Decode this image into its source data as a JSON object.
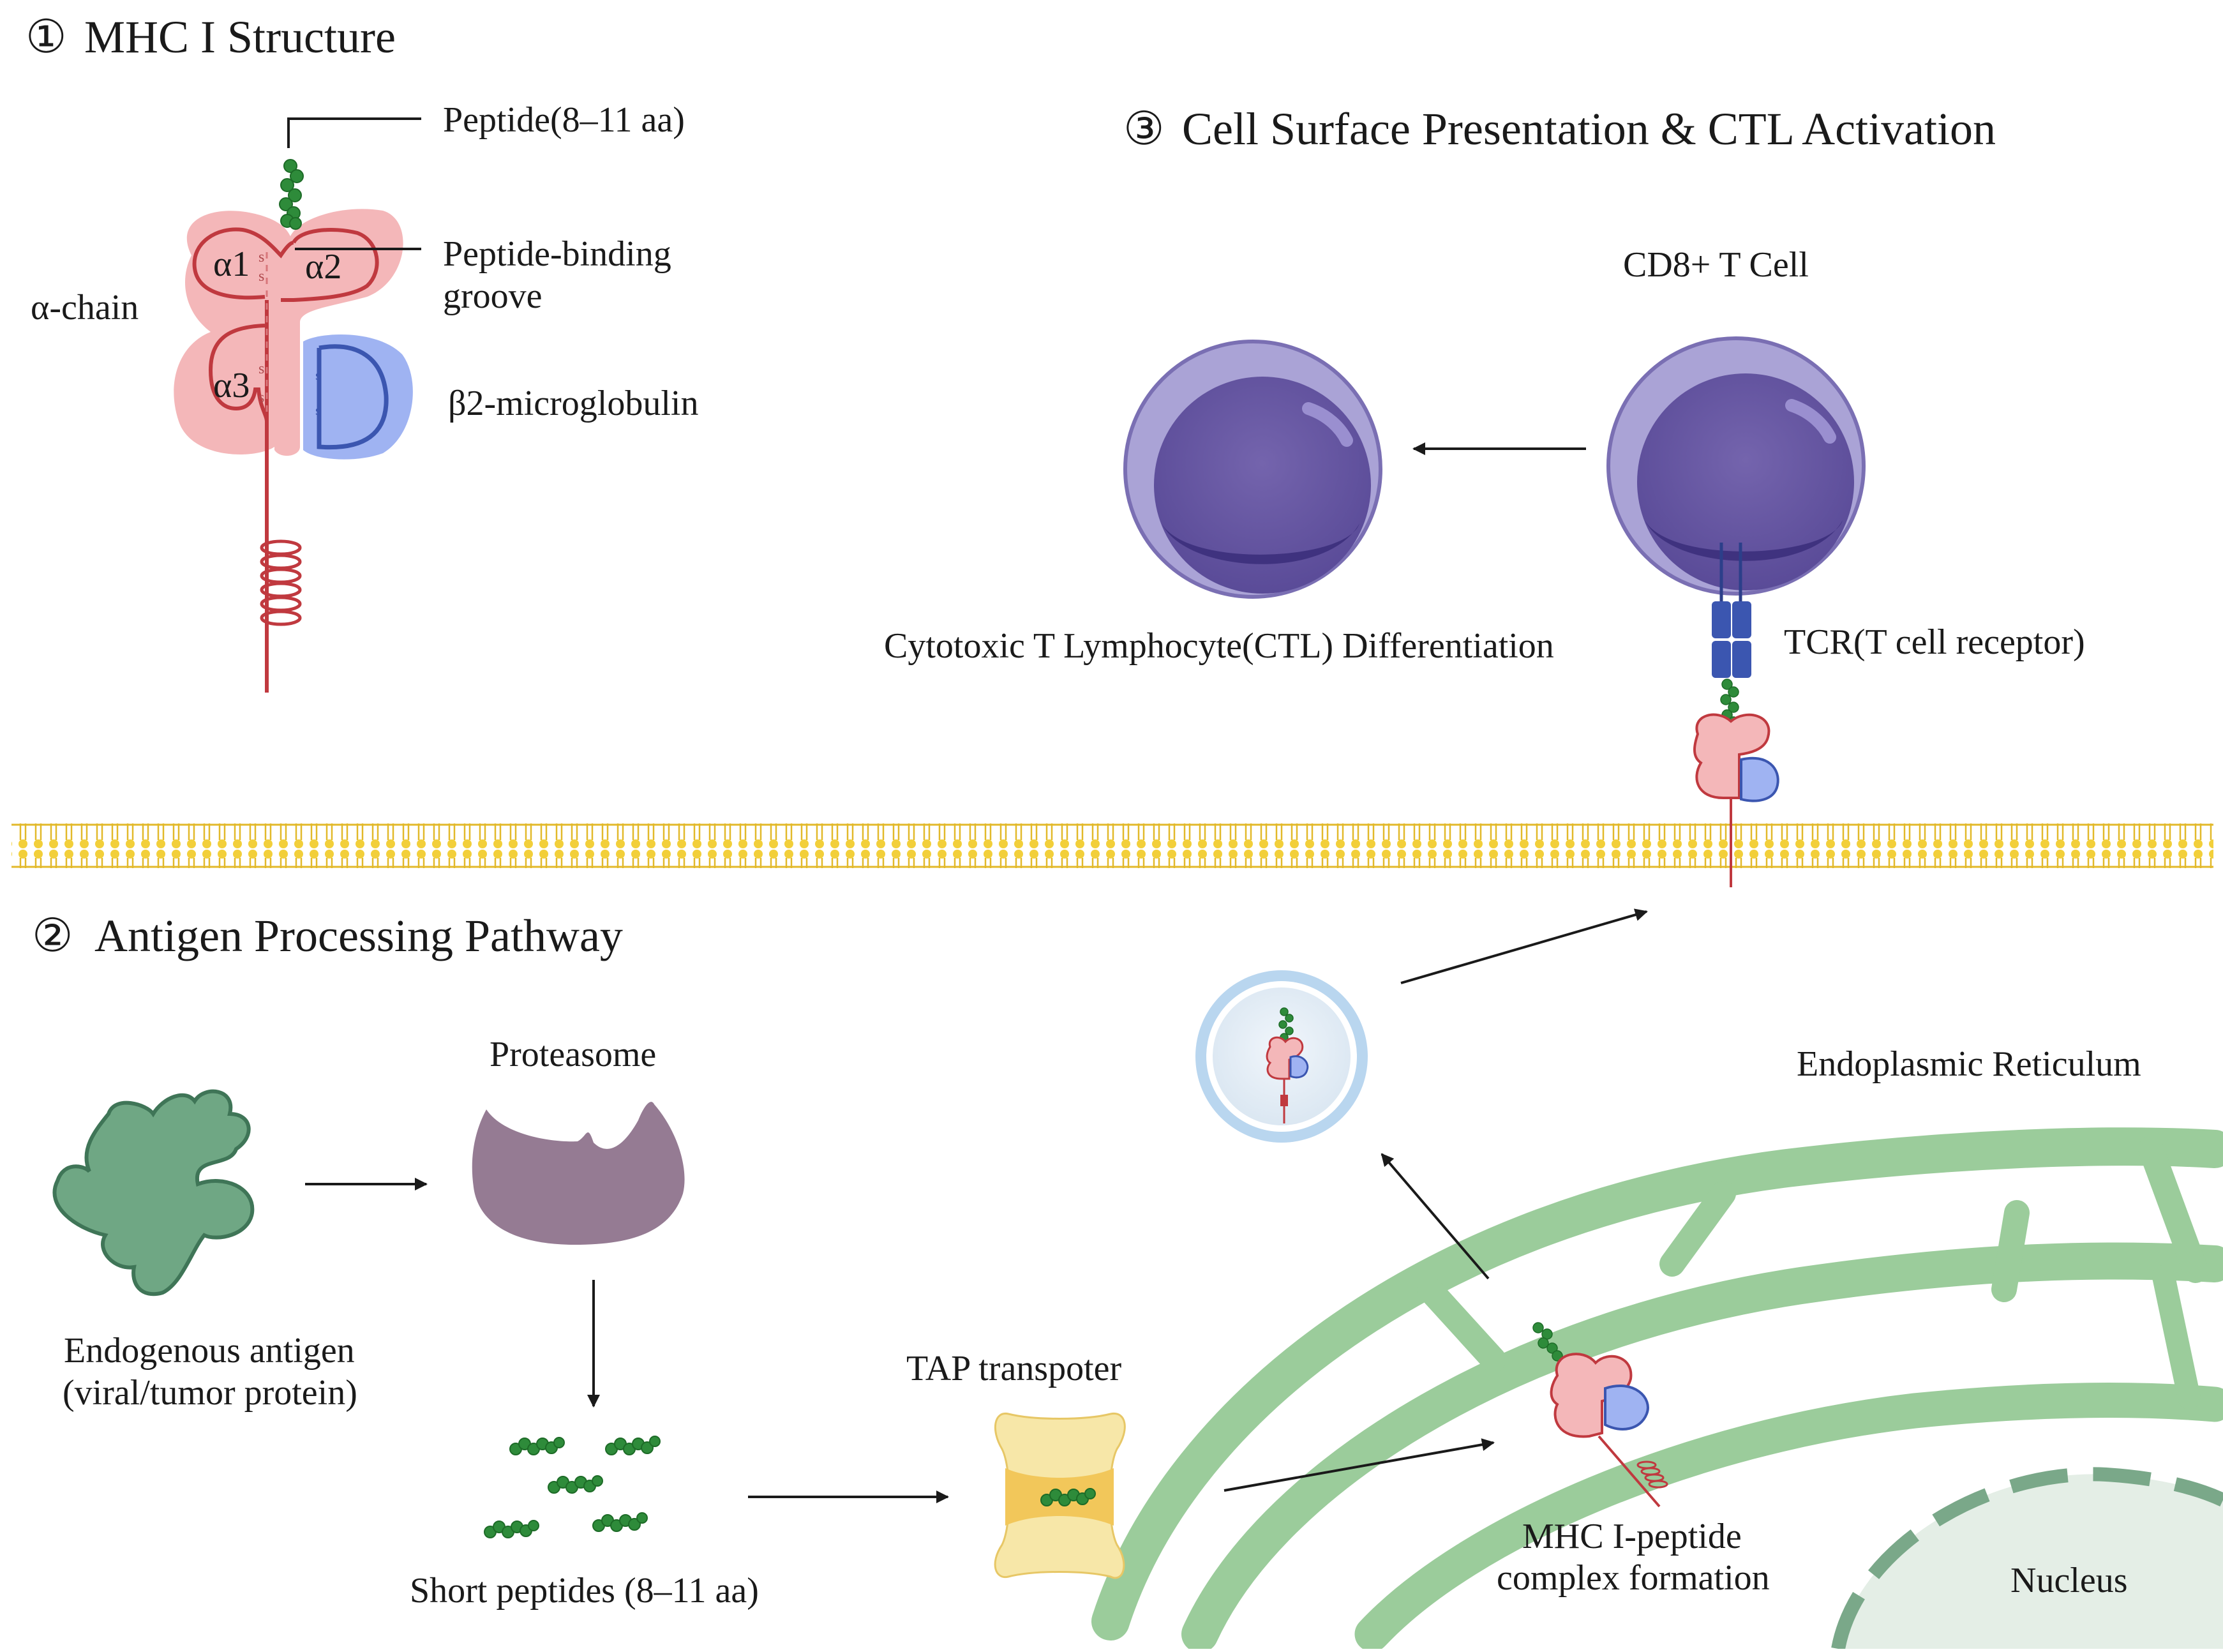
{
  "sections": {
    "s1": {
      "num": "①",
      "title": "MHC I Structure"
    },
    "s2": {
      "num": "②",
      "title": "Antigen Processing Pathway"
    },
    "s3": {
      "num": "③",
      "title": "Cell Surface Presentation & CTL Activation"
    }
  },
  "mhc_structure": {
    "peptide_label": "Peptide(8–11 aa)",
    "groove_label_line1": "Peptide-binding",
    "groove_label_line2": "groove",
    "alpha_chain_label": "α-chain",
    "b2m_label": "β2-microglobulin",
    "domain_a1": "α1",
    "domain_a2": "α2",
    "domain_a3": "α3",
    "disulfide": "s"
  },
  "presentation": {
    "cd8_label": "CD8+ T Cell",
    "ctl_label": "Cytotoxic T Lymphocyte(CTL) Differentiation",
    "tcr_label": "TCR(T cell receptor)"
  },
  "pathway": {
    "antigen_line1": "Endogenous antigen",
    "antigen_line2": "(viral/tumor protein)",
    "proteasome_label": "Proteasome",
    "peptides_label": "Short peptides (8–11 aa)",
    "tap_label": "TAP transpoter",
    "complex_line1": "MHC I-peptide",
    "complex_line2": "complex formation",
    "er_label": "Endoplasmic Reticulum",
    "nucleus_label": "Nucleus"
  },
  "colors": {
    "mhc_pink": "#f4b7b9",
    "mhc_red": "#c0393f",
    "b2m_blue": "#9fb3f2",
    "b2m_dark": "#3b56b0",
    "peptide_green": "#2e8b3a",
    "cell_purple": "#6a5aa6",
    "membrane_gold": "#f2cf3a",
    "er_green": "#9bcc9b",
    "antigen_green": "#6fa784",
    "proteasome": "#957b93",
    "tap_yellow": "#f7e7a8"
  }
}
